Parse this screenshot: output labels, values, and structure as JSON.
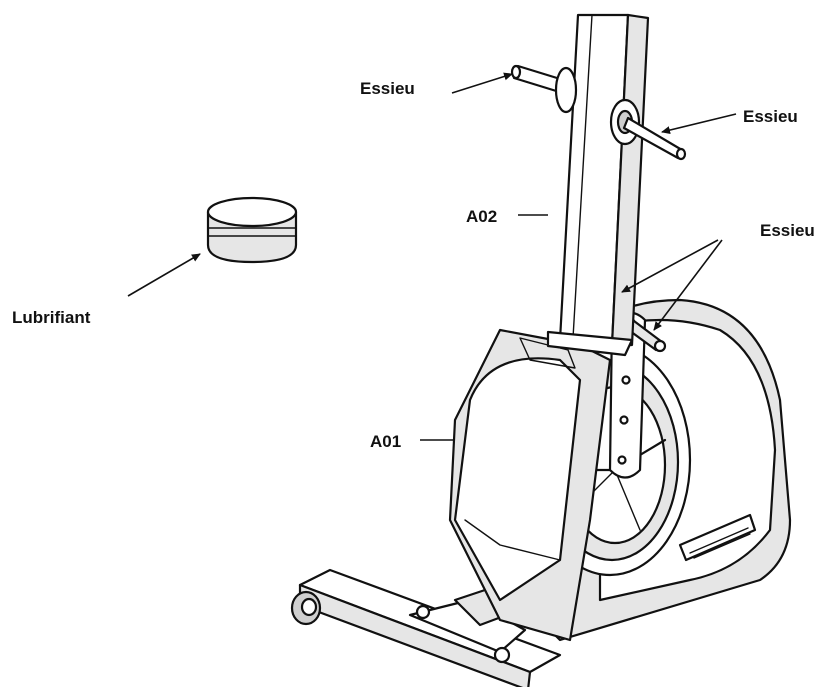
{
  "labels": {
    "lubricant": "Lubrifiant",
    "axle_top_left": "Essieu",
    "axle_top_right": "Essieu",
    "axle_right": "Essieu",
    "part_a02": "A02",
    "part_a01": "A01"
  },
  "colors": {
    "line": "#111111",
    "shade": "#e6e6e6",
    "background": "#ffffff"
  }
}
